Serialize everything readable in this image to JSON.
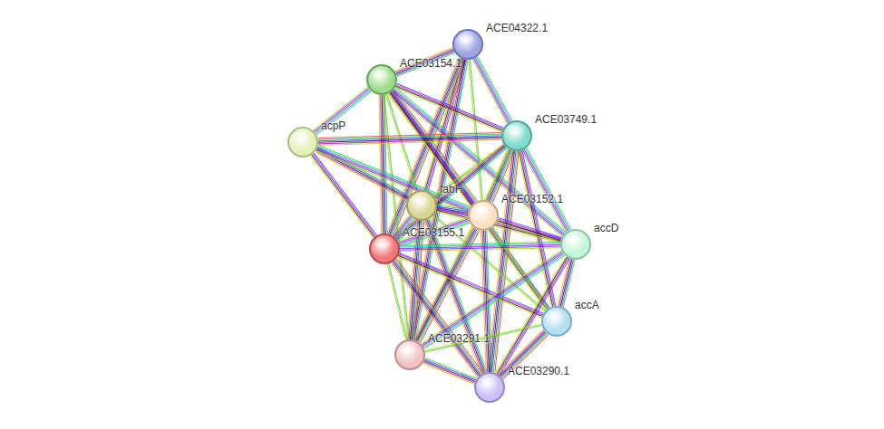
{
  "diagram": {
    "nodes": [
      {
        "text": [
          "ACE04322.1"
        ]
      },
      {
        "text": [
          "ACE03154.1"
        ]
      },
      {
        "text": [
          "acpP"
        ]
      },
      {
        "text": [
          "ACE03749.1"
        ]
      },
      {
        "text": [
          "fabH"
        ]
      },
      {
        "text": [
          "ACE03152.1"
        ]
      },
      {
        "text": [
          "ACE03155.1"
        ]
      },
      {
        "text": [
          "accD"
        ]
      },
      {
        "text": [
          "accA"
        ]
      },
      {
        "text": [
          "ACE03291.1"
        ]
      },
      {
        "text": [
          "ACE03290.1"
        ]
      }
    ],
    "edges": [
      {
        "from": 0,
        "to": 1,
        "arrow": "none"
      },
      {
        "from": 0,
        "to": 3,
        "arrow": "none"
      },
      {
        "from": 0,
        "to": 4,
        "arrow": "none"
      },
      {
        "from": 0,
        "to": 5,
        "arrow": "none"
      },
      {
        "from": 0,
        "to": 6,
        "arrow": "none"
      },
      {
        "from": 0,
        "to": 9,
        "arrow": "none"
      },
      {
        "from": 1,
        "to": 2,
        "arrow": "none"
      },
      {
        "from": 1,
        "to": 3,
        "arrow": "none"
      },
      {
        "from": 1,
        "to": 4,
        "arrow": "none"
      },
      {
        "from": 1,
        "to": 5,
        "arrow": "none"
      },
      {
        "from": 1,
        "to": 6,
        "arrow": "none"
      },
      {
        "from": 1,
        "to": 7,
        "arrow": "none"
      },
      {
        "from": 1,
        "to": 8,
        "arrow": "none"
      },
      {
        "from": 1,
        "to": 9,
        "arrow": "none"
      },
      {
        "from": 2,
        "to": 3,
        "arrow": "none"
      },
      {
        "from": 2,
        "to": 4,
        "arrow": "none"
      },
      {
        "from": 2,
        "to": 5,
        "arrow": "none"
      },
      {
        "from": 2,
        "to": 6,
        "arrow": "none"
      },
      {
        "from": 3,
        "to": 4,
        "arrow": "none"
      },
      {
        "from": 3,
        "to": 5,
        "arrow": "none"
      },
      {
        "from": 3,
        "to": 6,
        "arrow": "none"
      },
      {
        "from": 3,
        "to": 7,
        "arrow": "none"
      },
      {
        "from": 3,
        "to": 8,
        "arrow": "none"
      },
      {
        "from": 3,
        "to": 9,
        "arrow": "none"
      },
      {
        "from": 3,
        "to": 10,
        "arrow": "none"
      },
      {
        "from": 4,
        "to": 5,
        "arrow": "none"
      },
      {
        "from": 4,
        "to": 6,
        "arrow": "none"
      },
      {
        "from": 4,
        "to": 7,
        "arrow": "none"
      },
      {
        "from": 4,
        "to": 8,
        "arrow": "none"
      },
      {
        "from": 4,
        "to": 9,
        "arrow": "none"
      },
      {
        "from": 4,
        "to": 10,
        "arrow": "none"
      },
      {
        "from": 5,
        "to": 6,
        "arrow": "none"
      },
      {
        "from": 5,
        "to": 7,
        "arrow": "none"
      },
      {
        "from": 5,
        "to": 8,
        "arrow": "none"
      },
      {
        "from": 5,
        "to": 9,
        "arrow": "none"
      },
      {
        "from": 5,
        "to": 10,
        "arrow": "none"
      },
      {
        "from": 6,
        "to": 7,
        "arrow": "none"
      },
      {
        "from": 6,
        "to": 8,
        "arrow": "none"
      },
      {
        "from": 6,
        "to": 9,
        "arrow": "none"
      },
      {
        "from": 6,
        "to": 10,
        "arrow": "none"
      },
      {
        "from": 7,
        "to": 8,
        "arrow": "none"
      },
      {
        "from": 7,
        "to": 9,
        "arrow": "none"
      },
      {
        "from": 7,
        "to": 10,
        "arrow": "none"
      },
      {
        "from": 8,
        "to": 9,
        "arrow": "none"
      },
      {
        "from": 8,
        "to": 10,
        "arrow": "none"
      },
      {
        "from": 9,
        "to": 10,
        "arrow": "none"
      }
    ]
  }
}
